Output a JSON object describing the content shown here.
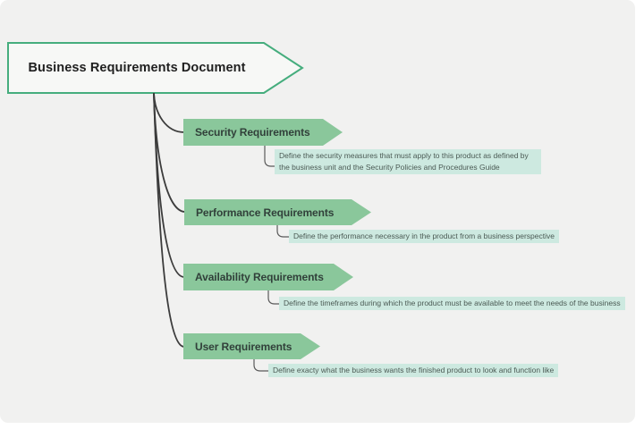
{
  "diagram": {
    "root": {
      "label": "Business Requirements Document"
    },
    "topics": [
      {
        "id": "security",
        "label": "Security Requirements",
        "description": "Define the security measures that must apply to this product as defined by the business unit and the Security Policies and Procedures Guide"
      },
      {
        "id": "performance",
        "label": "Performance Requirements",
        "description": "Define the performance necessary in the product from a business perspective"
      },
      {
        "id": "availability",
        "label": "Availability Requirements",
        "description": "Define the timeframes during which the product must be available to meet the needs of the business"
      },
      {
        "id": "user",
        "label": "User Requirements",
        "description": "Define exacty what the business wants the finished product to look and function like"
      }
    ],
    "colors": {
      "canvas_background": "#f1f1f0",
      "topic_fill": "#8ac79b",
      "description_fill": "#cde9e0",
      "root_fill": "#f7f8f6",
      "root_border": "#45ad7d",
      "branch_line": "#3c3c3c"
    }
  }
}
